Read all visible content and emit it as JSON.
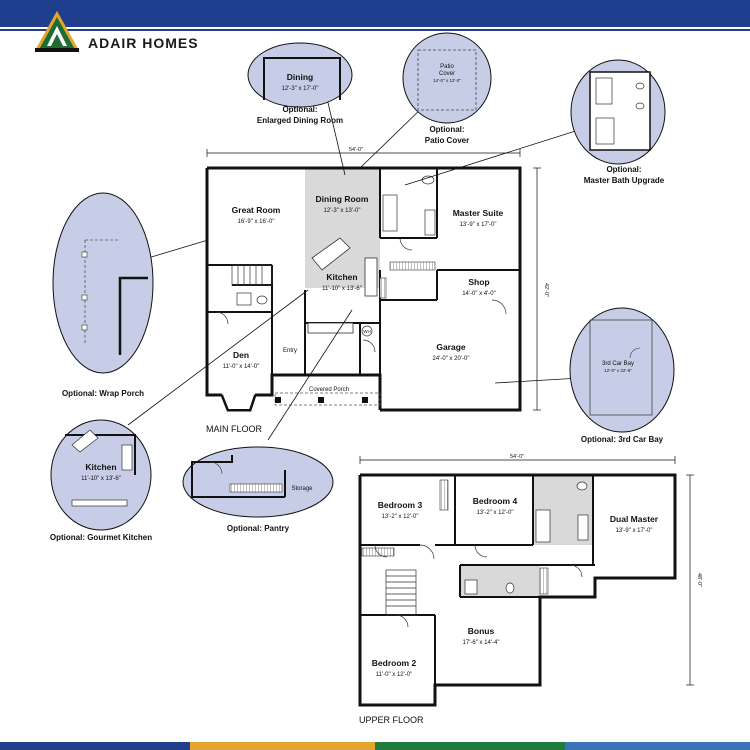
{
  "brand": {
    "name": "ADAIR HOMES",
    "logo_icon": "adair-triangle-logo-icon"
  },
  "colors": {
    "top_bar": "#1f3f8e",
    "bottom_bar": [
      "#1f3f8e",
      "#e3a52c",
      "#1e7d3e",
      "#3a73b8"
    ],
    "callout_fill": "#c7cde6",
    "highlight": "#d8d8d8"
  },
  "main_floor": {
    "label": "MAIN FLOOR",
    "width_dim": "54'-0\"",
    "depth_dim": "42'-0\"",
    "rooms": {
      "great_room": {
        "name": "Great Room",
        "dims": "16'-9\" x 16'-0\""
      },
      "dining_room": {
        "name": "Dining Room",
        "dims": "12'-3\" x 13'-0\""
      },
      "master_suite": {
        "name": "Master Suite",
        "dims": "13'-9\" x 17'-0\""
      },
      "kitchen": {
        "name": "Kitchen",
        "dims": "11'-10\" x 13'-6\""
      },
      "shop": {
        "name": "Shop",
        "dims": "14'-0\" x 4'-0\""
      },
      "garage": {
        "name": "Garage",
        "dims": "24'-0\" x 20'-0\""
      },
      "den": {
        "name": "Den",
        "dims": "11'-0\" x 14'-0\""
      },
      "entry": {
        "name": "Entry"
      },
      "covered_porch": {
        "name": "Covered Porch"
      },
      "wh": {
        "name": "WH"
      }
    }
  },
  "upper_floor": {
    "label": "UPPER FLOOR",
    "width_dim": "54'-0\"",
    "depth_dim": "48'-0\"",
    "rooms": {
      "bedroom3": {
        "name": "Bedroom 3",
        "dims": "13'-2\" x 12'-0\""
      },
      "bedroom4": {
        "name": "Bedroom 4",
        "dims": "13'-2\" x 12'-0\""
      },
      "dual_master": {
        "name": "Dual Master",
        "dims": "13'-9\" x 17'-0\""
      },
      "bonus": {
        "name": "Bonus",
        "dims": "17'-6\" x 14'-4\""
      },
      "bedroom2": {
        "name": "Bedroom 2",
        "dims": "11'-0\" x 12'-0\""
      }
    }
  },
  "callouts": {
    "dining": {
      "name": "Dining",
      "dims": "12'-3\" x 17'-0\"",
      "caption1": "Optional:",
      "caption2": "Enlarged Dining Room"
    },
    "patio": {
      "name1": "Patio",
      "name2": "Cover",
      "dims": "14'-0\" x 12'-0\"",
      "caption1": "Optional:",
      "caption2": "Patio Cover"
    },
    "master_bath": {
      "caption1": "Optional:",
      "caption2": "Master Bath Upgrade"
    },
    "wrap_porch": {
      "caption": "Optional: Wrap Porch"
    },
    "third_car_bay": {
      "name": "3rd Car Bay",
      "dims": "12'-0\" x 22'-6\"",
      "caption": "Optional: 3rd Car Bay"
    },
    "gourmet_kitchen": {
      "name": "Kitchen",
      "dims": "11'-10\" x 13'-6\"",
      "caption": "Optional: Gourmet Kitchen"
    },
    "pantry": {
      "storage": "Storage",
      "caption": "Optional: Pantry"
    }
  }
}
